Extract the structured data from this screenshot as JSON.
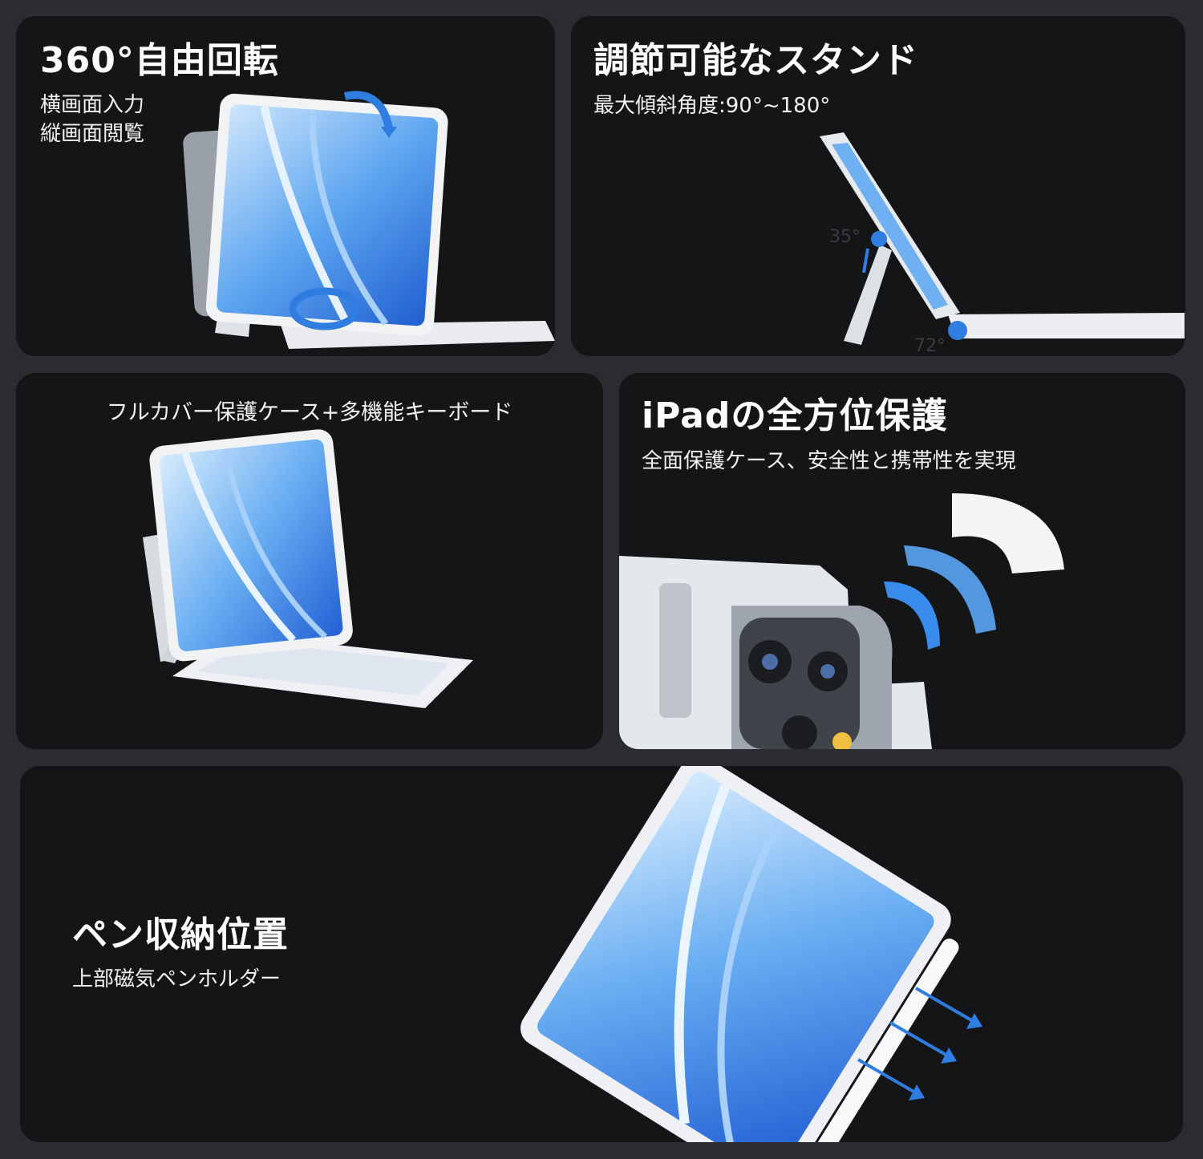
{
  "panels": {
    "rotation": {
      "title": "360°自由回転",
      "line1": "横画面入力",
      "line2": "縦画面閲覧"
    },
    "stand": {
      "title": "調節可能なスタンド",
      "subtitle": "最大傾斜角度:90°~180°",
      "angle_a": "35°",
      "angle_b": "72°"
    },
    "full_cover": {
      "caption": "フルカバー保護ケース+多機能キーボード"
    },
    "protection": {
      "title": "iPadの全方位保護",
      "subtitle": "全面保護ケース、安全性と携帯性を実現"
    },
    "pen": {
      "title": "ペン収納位置",
      "subtitle": "上部磁気ペンホルダー"
    }
  },
  "colors": {
    "background": "#2b2c2f",
    "panel": "#141517",
    "accent_blue": "#2f7de0",
    "case_white": "#eef0f3"
  }
}
